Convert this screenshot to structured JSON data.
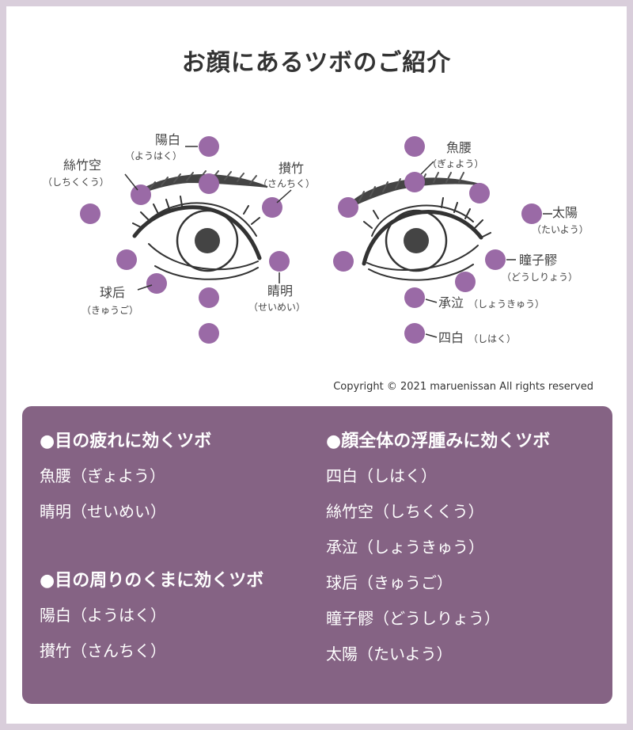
{
  "title": "お顔にあるツボのご紹介",
  "diagram": {
    "labels": {
      "youhaku": "陽白",
      "youhaku_kana": "（ようはく）",
      "shichikukuu": "絲竹空",
      "shichikukuu_kana": "（しちくくう）",
      "sanchiku": "攅竹",
      "sanchiku_kana": "（さんちく）",
      "kyuukou": "球后",
      "kyuukou_kana": "（きゅうご）",
      "seimei": "睛明",
      "seimei_kana": "（せいめい）",
      "gyoyou": "魚腰",
      "gyoyou_kana": "（ぎょよう）",
      "taiyou": "太陽",
      "taiyou_kana": "（たいよう）",
      "doushiryou": "瞳子髎",
      "doushiryou_kana": "（どうしりょう）",
      "shoukyuu": "承泣",
      "shoukyuu_kana": "（しょうきゅう）",
      "shihaku": "四白",
      "shihaku_kana": "（しはく）"
    },
    "point_color": "#9a6aa6"
  },
  "copyright": "Copyright © 2021 maruenissan All rights reserved",
  "panel": {
    "bg_color": "#856384",
    "left": {
      "eye_fatigue": {
        "heading": "●目の疲れに効くツボ",
        "items": [
          "魚腰（ぎょよう）",
          "睛明（せいめい）"
        ]
      },
      "dark_circles": {
        "heading": "●目の周りのくまに効くツボ",
        "items": [
          "陽白（ようはく）",
          "攅竹（さんちく）"
        ]
      }
    },
    "right": {
      "heading": "●顔全体の浮腫みに効くツボ",
      "items": [
        "四白（しはく）",
        "絲竹空（しちくくう）",
        "承泣（しょうきゅう）",
        "球后（きゅうご）",
        "瞳子髎（どうしりょう）",
        "太陽（たいよう）"
      ]
    }
  }
}
